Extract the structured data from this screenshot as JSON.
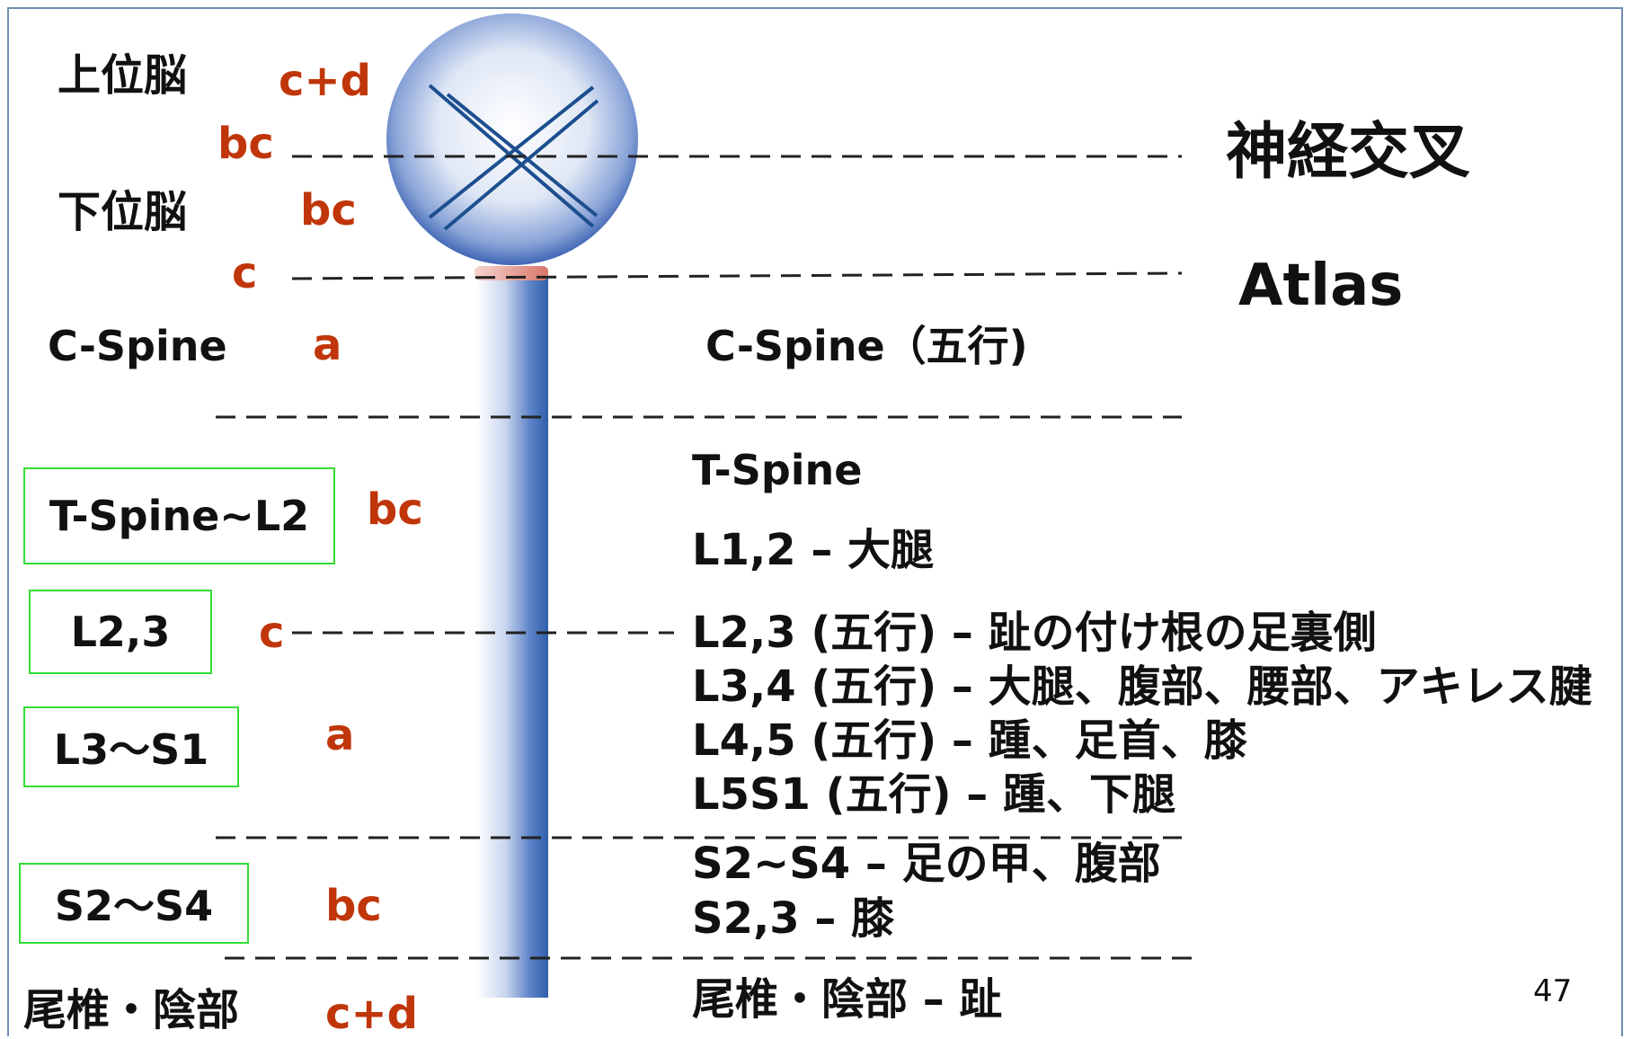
{
  "left_labels": {
    "upper_brain": "上位脳",
    "lower_brain": "下位脳",
    "c_spine": "C-Spine",
    "coccyx": "尾椎・陰部"
  },
  "boxes": {
    "t_spine_l2": "T-Spine~L2",
    "l23": "L2,3",
    "l3_s1": "L3〜S1",
    "s2_s4": "S2〜S4"
  },
  "codes": {
    "upper_cd": "c+d",
    "bc_top": "bc",
    "bc_lower_brain": "bc",
    "c_atlas": "c",
    "a_cspine": "a",
    "bc_tspine": "bc",
    "c_l23": "c",
    "a_l3s1": "a",
    "bc_s2s4": "bc",
    "cd_coccyx": "c+d"
  },
  "right_labels": {
    "chiasm": "神経交叉",
    "atlas": "Atlas",
    "c_spine_gogyo": "C-Spine（五行)",
    "t_spine": "T-Spine",
    "l12": "L1,2 – 大腿",
    "l23": "L2,3 (五行) – 趾の付け根の足裏側",
    "l34": "L3,4 (五行) – 大腿、腹部、腰部、アキレス腱",
    "l45": "L4,5 (五行) – 踵、足首、膝",
    "l5s1": "L5S1 (五行) – 踵、下腿",
    "s2s4": "S2~S4 – 足の甲、腹部",
    "s23": "S2,3 – 膝",
    "coccyx": "尾椎・陰部 – 趾"
  },
  "page_number": "47",
  "colors": {
    "code_red": "#c0360a",
    "box_green": "#33dd33",
    "spine_blue": "#2f5faa",
    "chiasm_line": "#1d4f8f",
    "frame": "#6f8fb6"
  },
  "icons": {
    "brain": "sphere",
    "chiasm": "x-cross-lines"
  }
}
